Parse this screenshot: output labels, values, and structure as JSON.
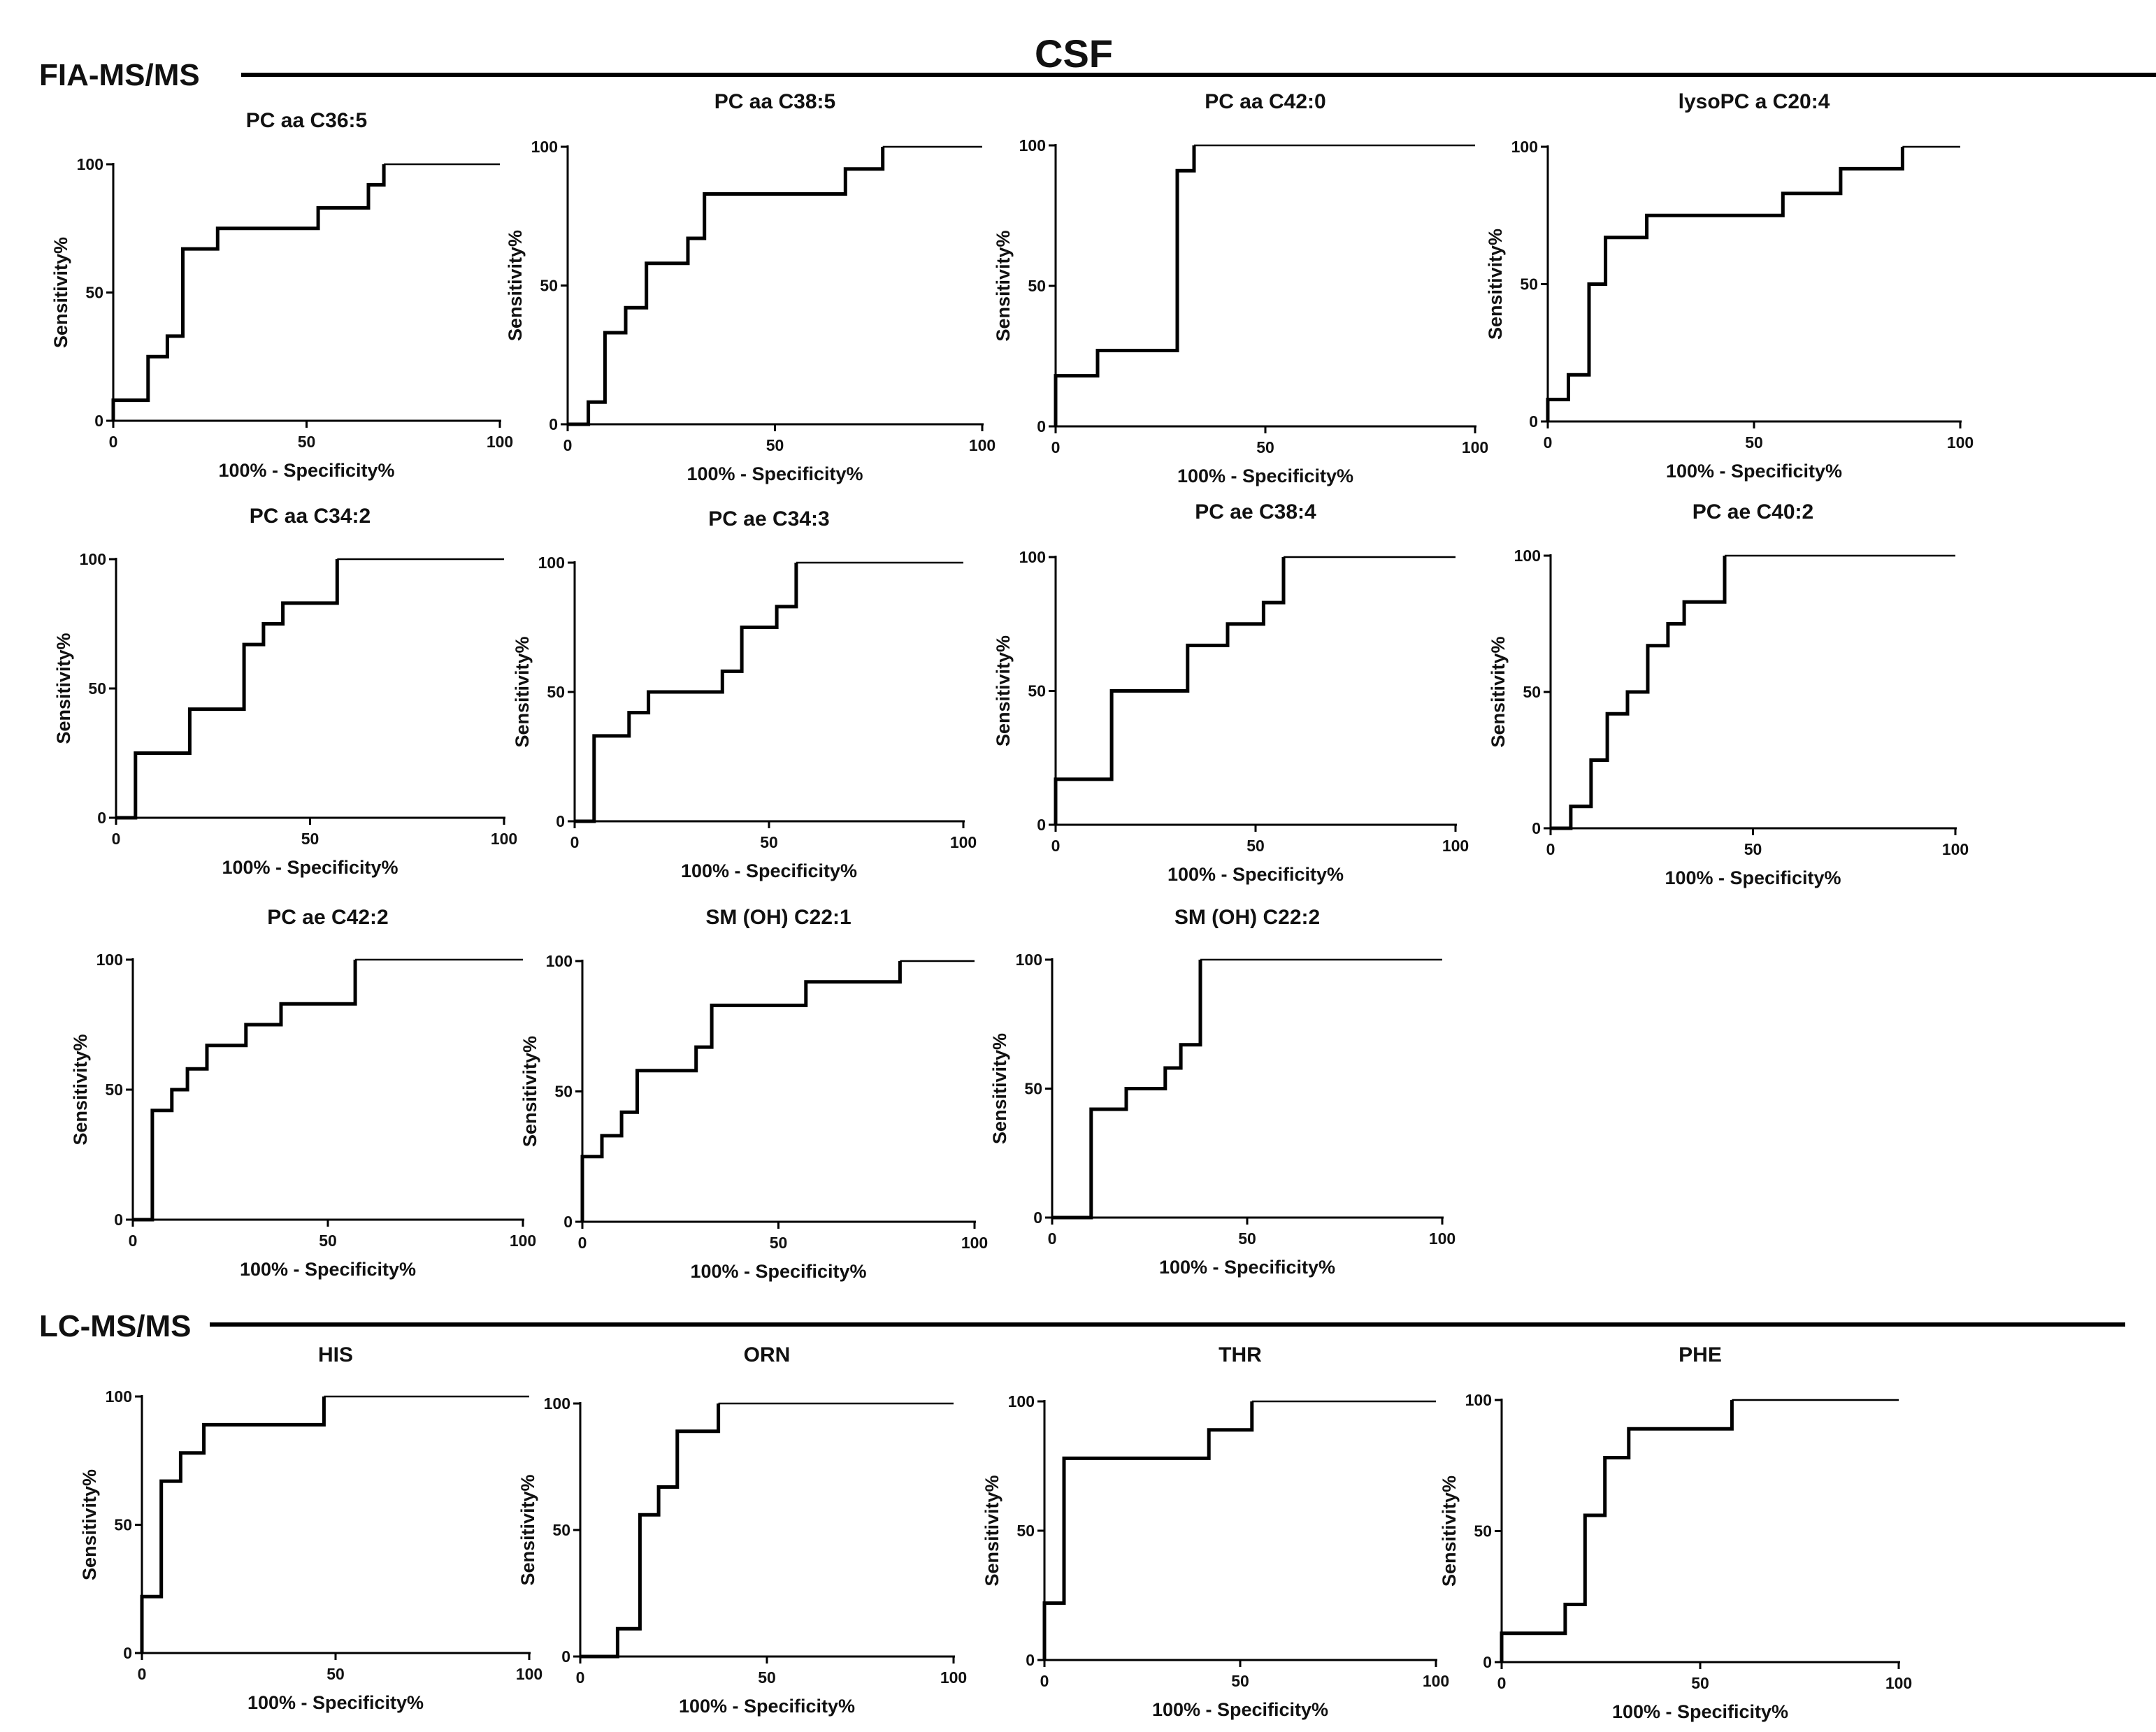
{
  "figure": {
    "title": "CSF",
    "sections": [
      {
        "label": "FIA-MS/MS"
      },
      {
        "label": "LC-MS/MS"
      }
    ]
  },
  "chart_data": [
    {
      "type": "line",
      "title": "PC aa C36:5",
      "xlabel": "100% - Specificity%",
      "ylabel": "Sensitivity%",
      "xlim": [
        0,
        100
      ],
      "ylim": [
        0,
        100
      ],
      "xticks": [
        0,
        50,
        100
      ],
      "yticks": [
        0,
        50,
        100
      ],
      "grid": false,
      "x": [
        0,
        0,
        9,
        9,
        14,
        14,
        18,
        18,
        27,
        27,
        53,
        53,
        66,
        66,
        70,
        70,
        100
      ],
      "y": [
        0,
        8,
        8,
        25,
        25,
        33,
        33,
        67,
        67,
        75,
        75,
        83,
        83,
        92,
        92,
        100,
        100
      ]
    },
    {
      "type": "line",
      "title": "PC aa C38:5",
      "xlabel": "100% - Specificity%",
      "ylabel": "Sensitivity%",
      "xlim": [
        0,
        100
      ],
      "ylim": [
        0,
        100
      ],
      "xticks": [
        0,
        50,
        100
      ],
      "yticks": [
        0,
        50,
        100
      ],
      "grid": false,
      "x": [
        0,
        5,
        5,
        9,
        9,
        14,
        14,
        19,
        19,
        29,
        29,
        33,
        33,
        67,
        67,
        76,
        76,
        100
      ],
      "y": [
        0,
        0,
        8,
        8,
        33,
        33,
        42,
        42,
        58,
        58,
        67,
        67,
        83,
        83,
        92,
        92,
        100,
        100
      ]
    },
    {
      "type": "line",
      "title": "PC aa C42:0",
      "xlabel": "100% - Specificity%",
      "ylabel": "Sensitivity%",
      "xlim": [
        0,
        100
      ],
      "ylim": [
        0,
        100
      ],
      "xticks": [
        0,
        50,
        100
      ],
      "yticks": [
        0,
        50,
        100
      ],
      "grid": false,
      "x": [
        0,
        0,
        10,
        10,
        29,
        29,
        33,
        33,
        100
      ],
      "y": [
        0,
        18,
        18,
        27,
        27,
        91,
        91,
        100,
        100
      ]
    },
    {
      "type": "line",
      "title": "lysoPC a C20:4",
      "xlabel": "100% - Specificity%",
      "ylabel": "Sensitivity%",
      "xlim": [
        0,
        100
      ],
      "ylim": [
        0,
        100
      ],
      "xticks": [
        0,
        50,
        100
      ],
      "yticks": [
        0,
        50,
        100
      ],
      "grid": false,
      "x": [
        0,
        0,
        5,
        5,
        10,
        10,
        14,
        14,
        24,
        24,
        57,
        57,
        71,
        71,
        86,
        86,
        100
      ],
      "y": [
        0,
        8,
        8,
        17,
        17,
        50,
        50,
        67,
        67,
        75,
        75,
        83,
        83,
        92,
        92,
        100,
        100
      ]
    },
    {
      "type": "line",
      "title": "PC aa C34:2",
      "xlabel": "100% - Specificity%",
      "ylabel": "Sensitivity%",
      "xlim": [
        0,
        100
      ],
      "ylim": [
        0,
        100
      ],
      "xticks": [
        0,
        50,
        100
      ],
      "yticks": [
        0,
        50,
        100
      ],
      "grid": false,
      "x": [
        0,
        5,
        5,
        19,
        19,
        33,
        33,
        38,
        38,
        43,
        43,
        57,
        57,
        100
      ],
      "y": [
        0,
        0,
        25,
        25,
        42,
        42,
        67,
        67,
        75,
        75,
        83,
        83,
        100,
        100
      ]
    },
    {
      "type": "line",
      "title": "PC ae C34:3",
      "xlabel": "100% - Specificity%",
      "ylabel": "Sensitivity%",
      "xlim": [
        0,
        100
      ],
      "ylim": [
        0,
        100
      ],
      "xticks": [
        0,
        50,
        100
      ],
      "yticks": [
        0,
        50,
        100
      ],
      "grid": false,
      "x": [
        0,
        5,
        5,
        14,
        14,
        19,
        19,
        38,
        38,
        43,
        43,
        52,
        52,
        57,
        57,
        100
      ],
      "y": [
        0,
        0,
        33,
        33,
        42,
        42,
        50,
        50,
        58,
        58,
        75,
        75,
        83,
        83,
        100,
        100
      ]
    },
    {
      "type": "line",
      "title": "PC ae C38:4",
      "xlabel": "100% - Specificity%",
      "ylabel": "Sensitivity%",
      "xlim": [
        0,
        100
      ],
      "ylim": [
        0,
        100
      ],
      "xticks": [
        0,
        50,
        100
      ],
      "yticks": [
        0,
        50,
        100
      ],
      "grid": false,
      "x": [
        0,
        0,
        14,
        14,
        33,
        33,
        43,
        43,
        52,
        52,
        57,
        57,
        100
      ],
      "y": [
        0,
        17,
        17,
        50,
        50,
        67,
        67,
        75,
        75,
        83,
        83,
        100,
        100
      ]
    },
    {
      "type": "line",
      "title": "PC ae C40:2",
      "xlabel": "100% - Specificity%",
      "ylabel": "Sensitivity%",
      "xlim": [
        0,
        100
      ],
      "ylim": [
        0,
        100
      ],
      "xticks": [
        0,
        50,
        100
      ],
      "yticks": [
        0,
        50,
        100
      ],
      "grid": false,
      "x": [
        0,
        5,
        5,
        10,
        10,
        14,
        14,
        19,
        19,
        24,
        24,
        29,
        29,
        33,
        33,
        43,
        43,
        100
      ],
      "y": [
        0,
        0,
        8,
        8,
        25,
        25,
        42,
        42,
        50,
        50,
        67,
        67,
        75,
        75,
        83,
        83,
        100,
        100
      ]
    },
    {
      "type": "line",
      "title": "PC ae C42:2",
      "xlabel": "100% - Specificity%",
      "ylabel": "Sensitivity%",
      "xlim": [
        0,
        100
      ],
      "ylim": [
        0,
        100
      ],
      "xticks": [
        0,
        50,
        100
      ],
      "yticks": [
        0,
        50,
        100
      ],
      "grid": false,
      "x": [
        0,
        5,
        5,
        10,
        10,
        14,
        14,
        19,
        19,
        29,
        29,
        38,
        38,
        57,
        57,
        100
      ],
      "y": [
        0,
        0,
        42,
        42,
        50,
        50,
        58,
        58,
        67,
        67,
        75,
        75,
        83,
        83,
        100,
        100
      ]
    },
    {
      "type": "line",
      "title": "SM (OH) C22:1",
      "xlabel": "100% - Specificity%",
      "ylabel": "Sensitivity%",
      "xlim": [
        0,
        100
      ],
      "ylim": [
        0,
        100
      ],
      "xticks": [
        0,
        50,
        100
      ],
      "yticks": [
        0,
        50,
        100
      ],
      "grid": false,
      "x": [
        0,
        0,
        5,
        5,
        10,
        10,
        14,
        14,
        29,
        29,
        33,
        33,
        57,
        57,
        81,
        81,
        100
      ],
      "y": [
        0,
        25,
        25,
        33,
        33,
        42,
        42,
        58,
        58,
        67,
        67,
        83,
        83,
        92,
        92,
        100,
        100
      ]
    },
    {
      "type": "line",
      "title": "SM (OH) C22:2",
      "xlabel": "100% - Specificity%",
      "ylabel": "Sensitivity%",
      "xlim": [
        0,
        100
      ],
      "ylim": [
        0,
        100
      ],
      "xticks": [
        0,
        50,
        100
      ],
      "yticks": [
        0,
        50,
        100
      ],
      "grid": false,
      "x": [
        0,
        10,
        10,
        19,
        19,
        29,
        29,
        33,
        33,
        38,
        38,
        100
      ],
      "y": [
        0,
        0,
        42,
        42,
        50,
        50,
        58,
        58,
        67,
        67,
        100,
        100
      ]
    },
    {
      "type": "line",
      "title": "HIS",
      "xlabel": "100% - Specificity%",
      "ylabel": "Sensitivity%",
      "xlim": [
        0,
        100
      ],
      "ylim": [
        0,
        100
      ],
      "xticks": [
        0,
        50,
        100
      ],
      "yticks": [
        0,
        50,
        100
      ],
      "grid": false,
      "x": [
        0,
        0,
        5,
        5,
        10,
        10,
        16,
        16,
        47,
        47,
        100
      ],
      "y": [
        0,
        22,
        22,
        67,
        67,
        78,
        78,
        89,
        89,
        100,
        100
      ]
    },
    {
      "type": "line",
      "title": "ORN",
      "xlabel": "100% - Specificity%",
      "ylabel": "Sensitivity%",
      "xlim": [
        0,
        100
      ],
      "ylim": [
        0,
        100
      ],
      "xticks": [
        0,
        50,
        100
      ],
      "yticks": [
        0,
        50,
        100
      ],
      "grid": false,
      "x": [
        0,
        10,
        10,
        16,
        16,
        21,
        21,
        26,
        26,
        32,
        32,
        37,
        37,
        100
      ],
      "y": [
        0,
        0,
        11,
        11,
        56,
        56,
        67,
        67,
        89,
        89,
        89,
        89,
        100,
        100
      ]
    },
    {
      "type": "line",
      "title": "THR",
      "xlabel": "100% - Specificity%",
      "ylabel": "Sensitivity%",
      "xlim": [
        0,
        100
      ],
      "ylim": [
        0,
        100
      ],
      "xticks": [
        0,
        50,
        100
      ],
      "yticks": [
        0,
        50,
        100
      ],
      "grid": false,
      "x": [
        0,
        0,
        5,
        5,
        42,
        42,
        53,
        53,
        100
      ],
      "y": [
        0,
        22,
        22,
        78,
        78,
        89,
        89,
        100,
        100
      ]
    },
    {
      "type": "line",
      "title": "PHE",
      "xlabel": "100% - Specificity%",
      "ylabel": "Sensitivity%",
      "xlim": [
        0,
        100
      ],
      "ylim": [
        0,
        100
      ],
      "xticks": [
        0,
        50,
        100
      ],
      "yticks": [
        0,
        50,
        100
      ],
      "grid": false,
      "x": [
        0,
        0,
        16,
        16,
        21,
        21,
        26,
        26,
        32,
        32,
        58,
        58,
        100
      ],
      "y": [
        0,
        11,
        11,
        22,
        22,
        56,
        56,
        78,
        78,
        89,
        89,
        100,
        100
      ]
    }
  ]
}
